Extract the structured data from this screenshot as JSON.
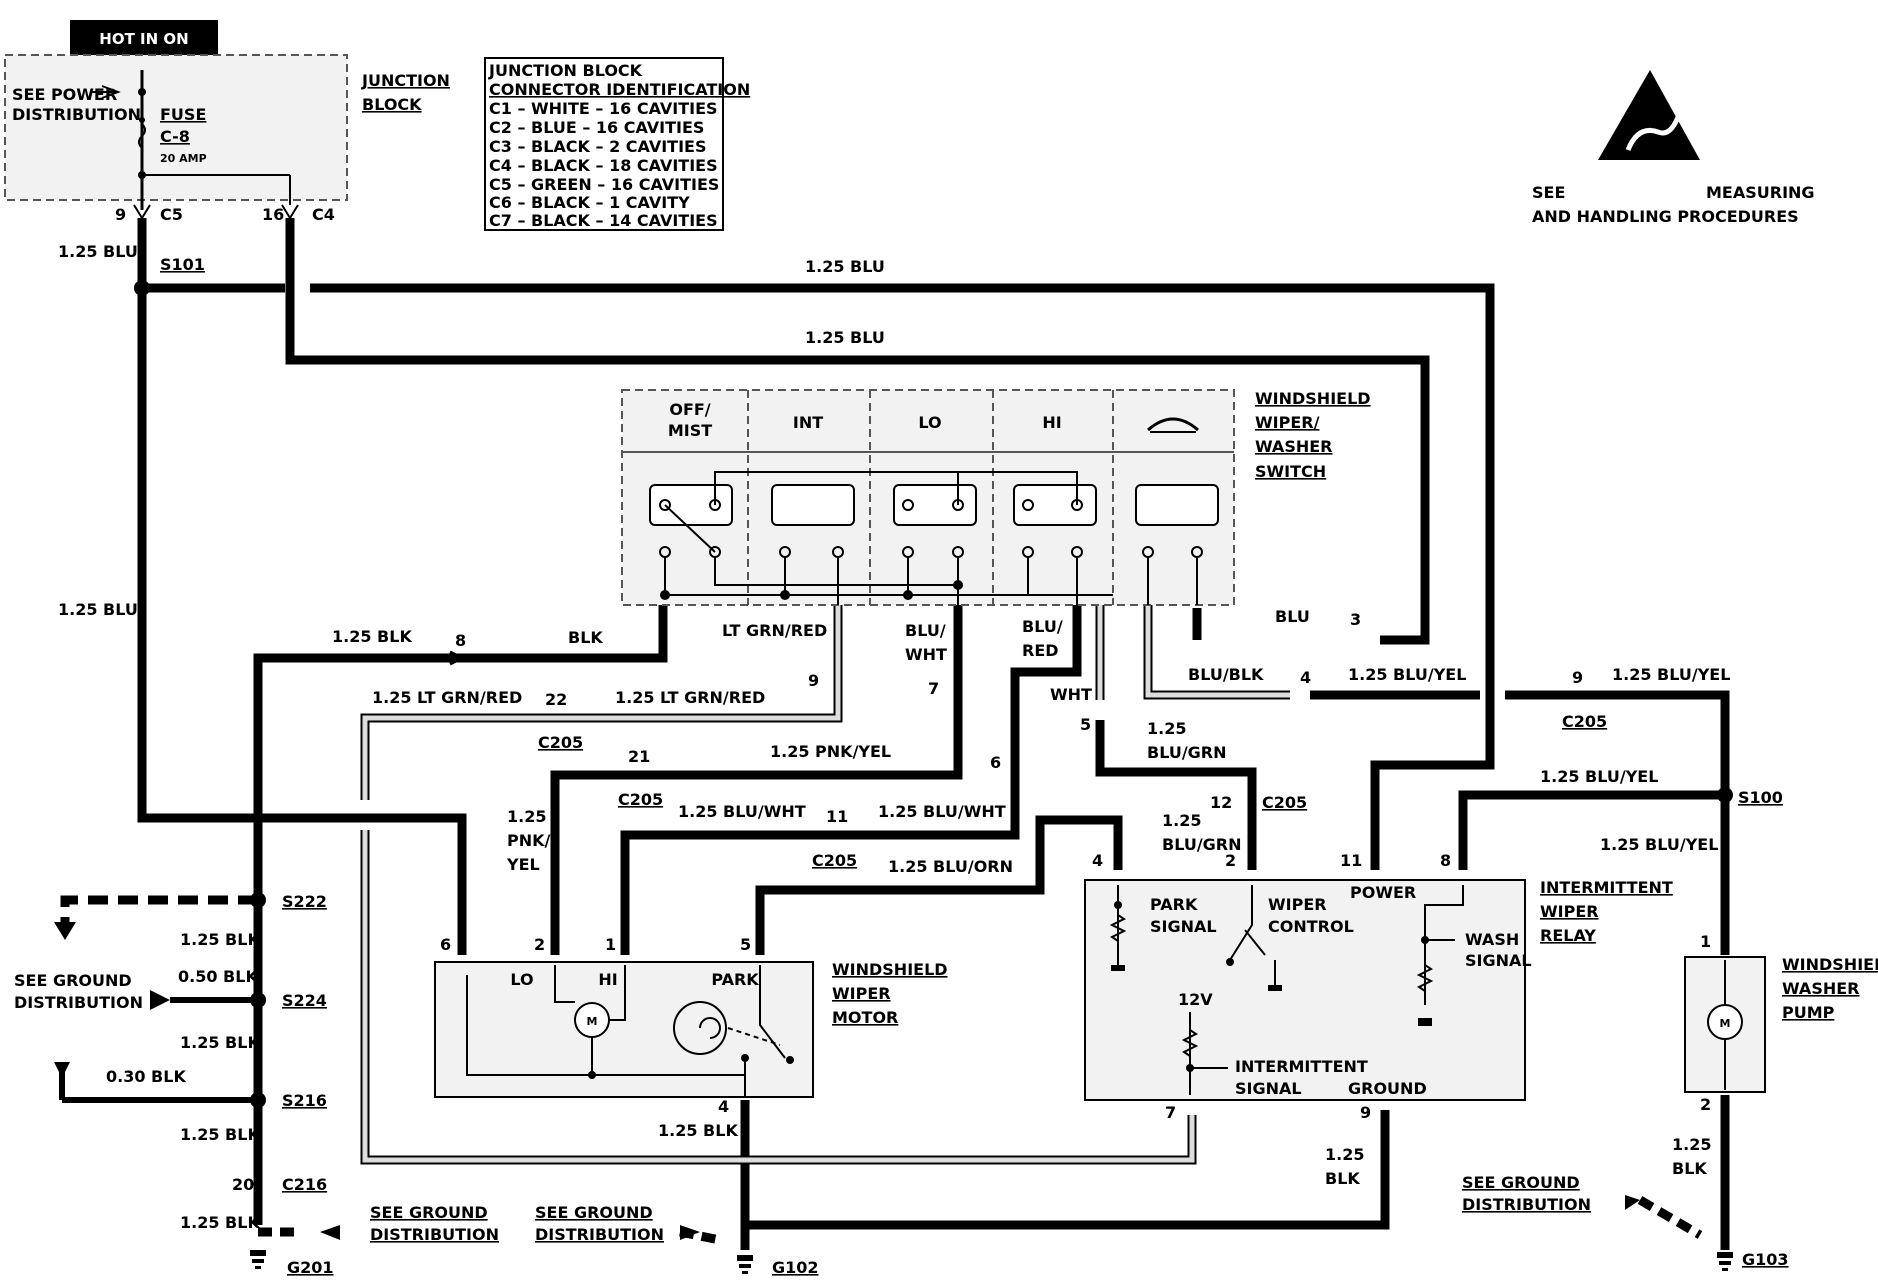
{
  "hot_label": "HOT IN ON",
  "junction_block": {
    "title_line1": "JUNCTION",
    "title_line2": "BLOCK",
    "see_power_line1": "SEE POWER",
    "see_power_line2": "DISTRIBUTION",
    "fuse_line1": "FUSE",
    "fuse_line2": "C-8",
    "fuse_line3": "20 AMP"
  },
  "connector_id": {
    "header1": "JUNCTION BLOCK",
    "header2": "CONNECTOR IDENTIFICATION",
    "rows": [
      "C1 – WHITE – 16 CAVITIES",
      "C2 – BLUE – 16 CAVITIES",
      "C3 – BLACK – 2 CAVITIES",
      "C4 – BLACK – 18 CAVITIES",
      "C5 – GREEN – 16 CAVITIES",
      "C6 – BLACK – 1 CAVITY",
      "C7 – BLACK – 14 CAVITIES"
    ]
  },
  "esd_note": {
    "line1_left": "SEE",
    "line1_right": "MEASURING",
    "line2": "AND HANDLING PROCEDURES"
  },
  "switch": {
    "title": [
      "WINDSHIELD",
      "WIPER/",
      "WASHER",
      "SWITCH"
    ],
    "positions": [
      "OFF/",
      "MIST",
      "INT",
      "LO",
      "HI"
    ]
  },
  "motor": {
    "title": [
      "WINDSHIELD",
      "WIPER",
      "MOTOR"
    ],
    "lo": "LO",
    "hi": "HI",
    "park": "PARK"
  },
  "relay": {
    "title": [
      "INTERMITTENT",
      "WIPER",
      "RELAY"
    ],
    "park_signal": [
      "PARK",
      "SIGNAL"
    ],
    "wiper_control": [
      "WIPER",
      "CONTROL"
    ],
    "power": "POWER",
    "wash_signal": [
      "WASH",
      "SIGNAL"
    ],
    "v12": "12V",
    "intermittent_signal": [
      "INTERMITTENT",
      "SIGNAL"
    ],
    "ground": "GROUND"
  },
  "pump": {
    "title": [
      "WINDSHIELD",
      "WASHER",
      "PUMP"
    ]
  },
  "see_ground": [
    "SEE GROUND",
    "DISTRIBUTION"
  ],
  "pins": {
    "c5_pin": "9",
    "c5": "C5",
    "c4_pin": "16",
    "c4": "C4",
    "p8": "8",
    "p9": "9",
    "p7": "7",
    "p6": "6",
    "p5": "5",
    "p3": "3",
    "p4": "4",
    "p22": "22",
    "p21": "21",
    "p11": "11",
    "p12": "12",
    "p9b": "9",
    "m6": "6",
    "m2": "2",
    "m1": "1",
    "m5": "5",
    "m4": "4",
    "r4": "4",
    "r2": "2",
    "r11": "11",
    "r8": "8",
    "r7": "7",
    "r9": "9",
    "pu1": "1",
    "pu2": "2",
    "c216_pin": "20"
  },
  "splices": {
    "s101": "S101",
    "s100": "S100",
    "s222": "S222",
    "s224": "S224",
    "s216": "S216",
    "c216": "C216",
    "c205": "C205",
    "g201": "G201",
    "g102": "G102",
    "g103": "G103"
  },
  "wires": {
    "blu_125": "1.25 BLU",
    "blk_125": "1.25 BLK",
    "blk": "BLK",
    "blk_050": "0.50 BLK",
    "blk_030": "0.30 BLK",
    "ltgrnred_125": "1.25 LT GRN/RED",
    "ltgrnred": "LT GRN/RED",
    "blu_wht": [
      "BLU/",
      "WHT"
    ],
    "blu_red": [
      "BLU/",
      "RED"
    ],
    "wht": "WHT",
    "blu": "BLU",
    "blu_blk": "BLU/BLK",
    "blu_yel_125": "1.25 BLU/YEL",
    "pnk_yel_125": "1.25 PNK/YEL",
    "pnk_yel_v": [
      "1.25",
      "PNK/",
      "YEL"
    ],
    "blu_wht_125": "1.25 BLU/WHT",
    "blu_orn_125": "1.25 BLU/ORN",
    "blu_grn_v": [
      "1.25",
      "BLU/GRN"
    ],
    "blk_v": [
      "1.25",
      "BLK"
    ]
  }
}
